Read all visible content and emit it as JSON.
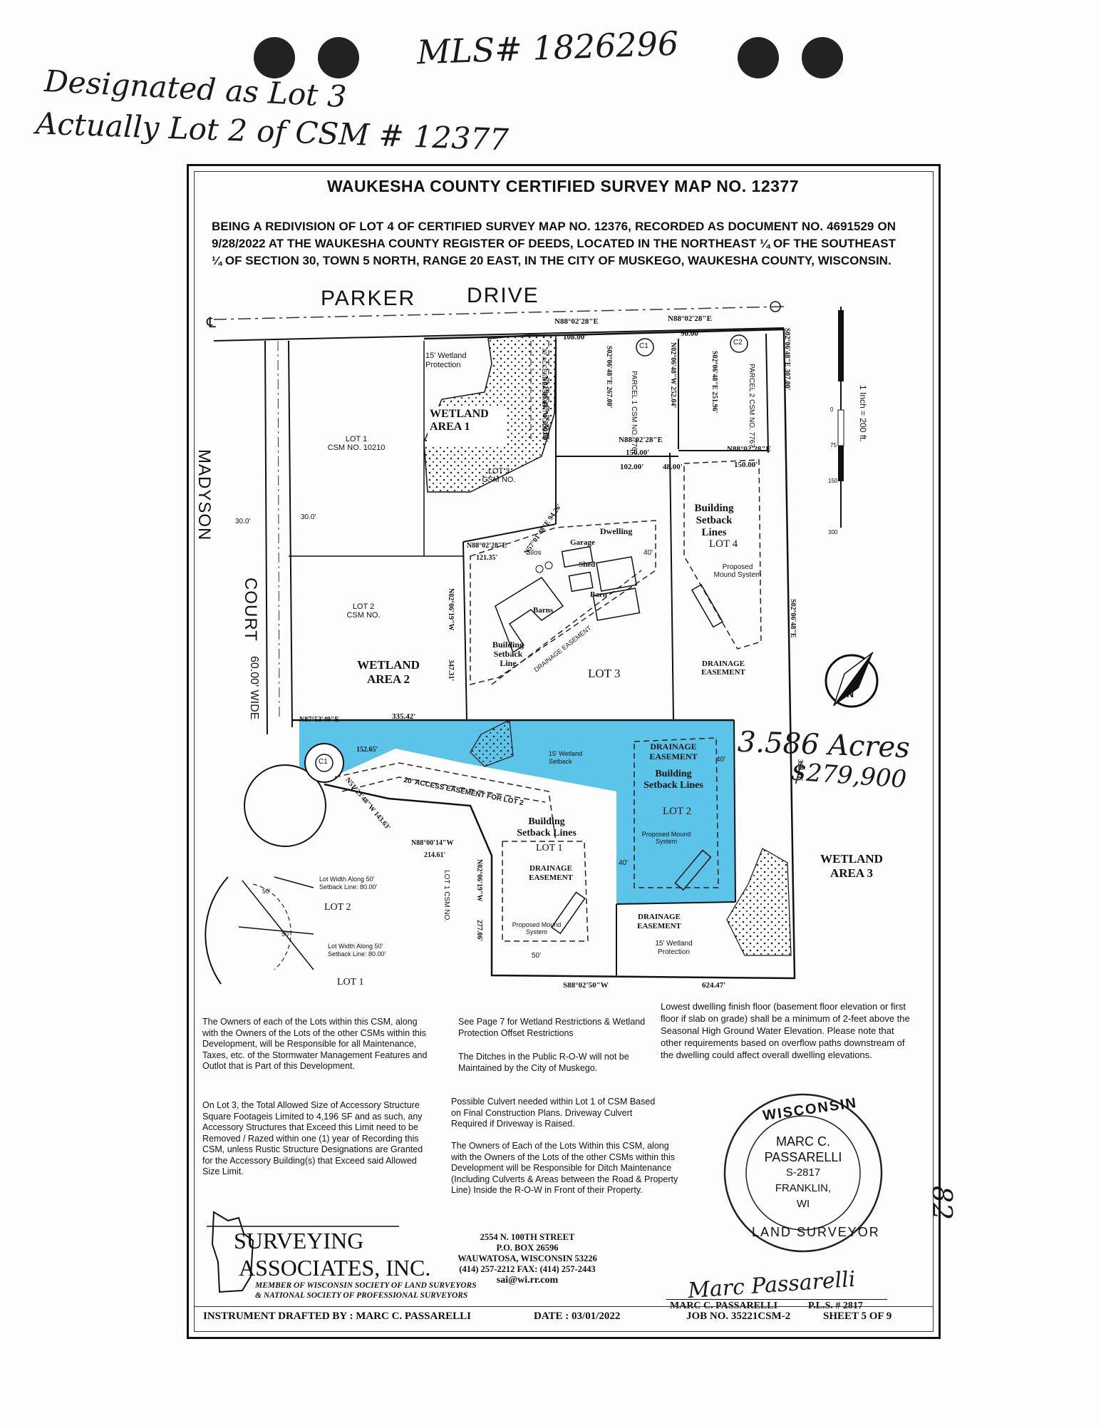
{
  "handwritten": {
    "mls": "MLS# 1826296",
    "designated_line1": "Designated as Lot 3",
    "designated_line2": "Actually Lot 2 of CSM # 12377",
    "acres": "3.586 Acres",
    "price": "$279,900",
    "page_mark": "82"
  },
  "header": {
    "title": "WAUKESHA COUNTY CERTIFIED SURVEY MAP NO. 12377",
    "description": "BEING A REDIVISION OF LOT 4 OF CERTIFIED SURVEY MAP NO. 12376, RECORDED AS DOCUMENT NO. 4691529 ON 9/28/2022 AT THE WAUKESHA COUNTY REGISTER OF DEEDS, LOCATED IN THE NORTHEAST ¼ OF THE SOUTHEAST ¼ OF SECTION 30, TOWN 5 NORTH, RANGE 20 EAST, IN THE CITY OF MUSKEGO, WAUKESHA COUNTY, WISCONSIN."
  },
  "map": {
    "road_parker": "PARKER",
    "road_drive": "DRIVE",
    "cl": "℄",
    "madyson": "MADYSON",
    "court": "COURT",
    "court_width": "60.00' WIDE",
    "lot1_csm": "LOT 1",
    "lot1_csm_no": "CSM NO. 10210",
    "lot2_csm": "LOT 2",
    "lot2_csm_no": "CSM NO.",
    "lot3_csm": "LOT 3",
    "lot3_csm_no": "CSM NO.",
    "wetland_protection": "15' Wetland Protection",
    "wetland_area1_a": "WETLAND",
    "wetland_area1_b": "AREA 1",
    "wetland_area2_a": "WETLAND",
    "wetland_area2_b": "AREA 2",
    "wetland_area3_a": "WETLAND",
    "wetland_area3_b": "AREA 3",
    "parcel1": "PARCEL 1",
    "parcel1_csm": "CSM NO. 7767",
    "parcel2": "PARCEL 2",
    "parcel2_csm": "CSM NO. 7767",
    "access_easement_lot3": "30' ACCESS EASEMENT TO LOT 3",
    "access_easement_lot2": "20' ACCESS EASEMENT FOR LOT 2",
    "bearing_n88_1": "N88°02'28\"E",
    "bearing_n88_2": "N88°02'28\"E",
    "bearing_n88_3": "N88°02'28\"E",
    "bearing_n88_4": "N88°02'28\"E",
    "bearing_n88_5": "N88°02'28\"E",
    "dist_108": "108.00'",
    "dist_90": "90.00'",
    "dist_150a": "150.00'",
    "dist_150b": "150.00'",
    "dist_102": "102.00'",
    "dist_48": "48.00'",
    "dist_267": "267.00'",
    "dist_252": "252.04'",
    "dist_251": "251.96'",
    "dist_307": "307.00'",
    "dist_390": "390.00'",
    "dist_121": "121.35'",
    "dist_94": "94.26'",
    "dist_347": "347.31'",
    "dist_335": "335.42'",
    "dist_152": "152.65'",
    "dist_143": "143.63'",
    "dist_214": "214.61'",
    "dist_277": "277.06'",
    "dist_624": "624.47'",
    "dist_328": "328.61'",
    "dist_30a": "30.0'",
    "dist_30b": "30.0'",
    "dist_40": "40'",
    "dist_50": "50'",
    "bearing_n02_a": "N02°06'48\"W",
    "bearing_n02_b": "N02°06'48\"W",
    "bearing_n02_c": "N02°06'19\"W",
    "bearing_n02_d": "N02°06'19\"W",
    "bearing_s02_a": "S02°06'48\"E",
    "bearing_s02_b": "S02°06'48\"E",
    "bearing_s02_c": "S02°06'48\"E",
    "bearing_s02_d": "S02°06'48\"E",
    "bearing_n57": "N57°01'48\"E",
    "bearing_n87": "N87°53'49\"E",
    "bearing_n88_00": "N88°00'14\"W",
    "bearing_n51": "N51°23'48\"W",
    "bearing_s88": "S88°02'50\"W",
    "c1": "C1",
    "c2": "C2",
    "lot3": "LOT 3",
    "lot4": "LOT 4",
    "lot2": "LOT 2",
    "lot1": "LOT 1",
    "building_setback": "Building Setback Lines",
    "building_setback_line": "Building Setback Line",
    "drainage_easement": "DRAINAGE EASEMENT",
    "proposed_mound": "Proposed Mound System",
    "dwelling": "Dwelling",
    "garage": "Garage",
    "silos": "Silos",
    "shed": "Shed",
    "barn": "Barn",
    "barns": "Barns",
    "wetland_setback": "15' Wetland Setback",
    "lot1_csm_side": "LOT 1 CSM NO.",
    "scale": "1 Inch = 200 ft.",
    "scale_ticks": [
      "0",
      "75",
      "150",
      "300"
    ],
    "north": "N",
    "inset_lot2": "LOT 2",
    "inset_lot1": "LOT 1",
    "inset_note1": "Lot Width Along 50' Setback Line: 80.00'",
    "inset_note2": "Lot Width Along 50' Setback Line: 80.00'",
    "inset_50a": "50'",
    "inset_50b": "50'"
  },
  "notes": {
    "owners_stormwater": "The Owners of each of the Lots within this CSM, along with the Owners of the Lots of the other CSMs within this Development, will be Responsible for all Maintenance, Taxes, etc. of the Stormwater Management Features and Outlot that is Part of this Development.",
    "lot3_accessory": "On Lot 3, the Total Allowed Size of Accessory Structure Square Footageis Limited to 4,196 SF and as such, any Accessory Structures that Exceed this Limit need to be Removed / Razed within one (1) year of Recording this CSM, unless Rustic Structure Designations are Granted for the Accessory Building(s) that Exceed said Allowed Size Limit.",
    "see_page7": "See Page 7 for Wetland Restrictions & Wetland Protection Offset Restrictions",
    "ditches": "The Ditches in the Public R-O-W will not be Maintained by the City of Muskego.",
    "culvert": "Possible Culvert needed within Lot 1 of CSM Based on Final Construction Plans. Driveway Culvert Required if Driveway is Raised.",
    "owners_ditch": "The Owners of Each of the Lots Within this CSM, along with the Owners of the Lots of the other CSMs within this Development will be Responsible for Ditch Maintenance (Including Culverts & Areas between the Road & Property Line) Inside the R-O-W in Front of their Property.",
    "lowest_floor": "Lowest dwelling finish floor (basement floor elevation or first floor if slab on grade) shall be a minimum of 2-feet above the Seasonal High Ground Water Elevation. Please note that other requirements based on overflow paths downstream of the dwelling could affect overall dwelling elevations."
  },
  "firm": {
    "name1": "SURVEYING",
    "name2": "ASSOCIATES, INC.",
    "member1": "MEMBER OF WISCONSIN SOCIETY OF LAND SURVEYORS",
    "member2": "& NATIONAL SOCIETY OF PROFESSIONAL SURVEYORS",
    "address1": "2554 N. 100TH STREET",
    "address2": "P.O. BOX 26596",
    "address3": "WAUWATOSA, WISCONSIN 53226",
    "phone": "(414) 257-2212 FAX: (414) 257-2443",
    "email": "sai@wi.rr.com"
  },
  "seal": {
    "top": "WISCONSIN",
    "name1": "MARC C.",
    "name2": "PASSARELLI",
    "number": "S-2817",
    "city1": "FRANKLIN,",
    "city2": "WI",
    "bottom": "LAND SURVEYOR"
  },
  "signature": {
    "script": "Marc Passarelli",
    "name": "MARC C. PASSARELLI",
    "pls": "P.L.S. # 2817"
  },
  "footer": {
    "drafted": "INSTRUMENT DRAFTED BY : MARC C. PASSARELLI",
    "date": "DATE : 03/01/2022",
    "job": "JOB NO. 35221CSM-2",
    "sheet": "SHEET 5 OF 9"
  }
}
